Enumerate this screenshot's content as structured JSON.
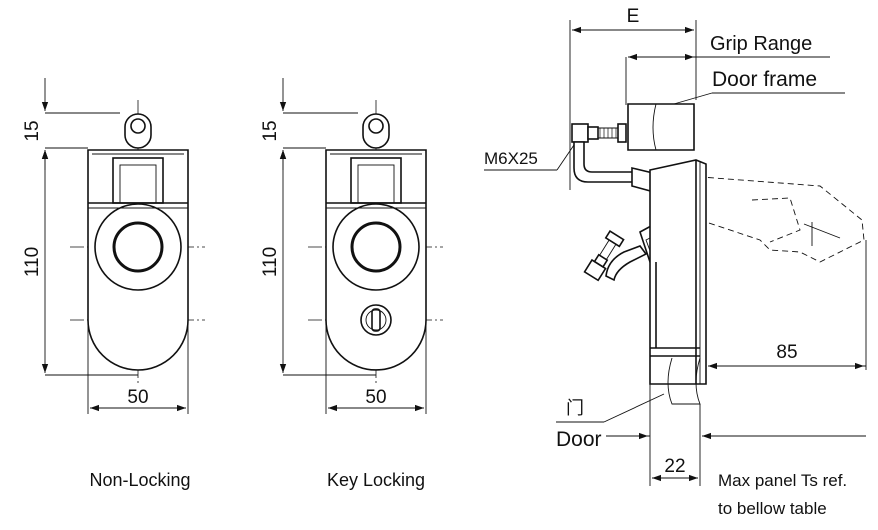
{
  "colors": {
    "line": "#111111",
    "background": "#ffffff"
  },
  "views": {
    "non_locking": {
      "caption": "Non-Locking",
      "dim_top": "15",
      "dim_height": "110",
      "dim_width": "50"
    },
    "key_locking": {
      "caption": "Key Locking",
      "dim_top": "15",
      "dim_height": "110",
      "dim_width": "50"
    }
  },
  "side_view": {
    "dim_e": "E",
    "grip_range": "Grip Range",
    "door_frame": "Door frame",
    "bolt": "M6X25",
    "dim_85": "85",
    "door_cn": "门",
    "door": "Door",
    "dim_22": "22",
    "note_line1": "Max panel Ts ref.",
    "note_line2": "to bellow table"
  }
}
